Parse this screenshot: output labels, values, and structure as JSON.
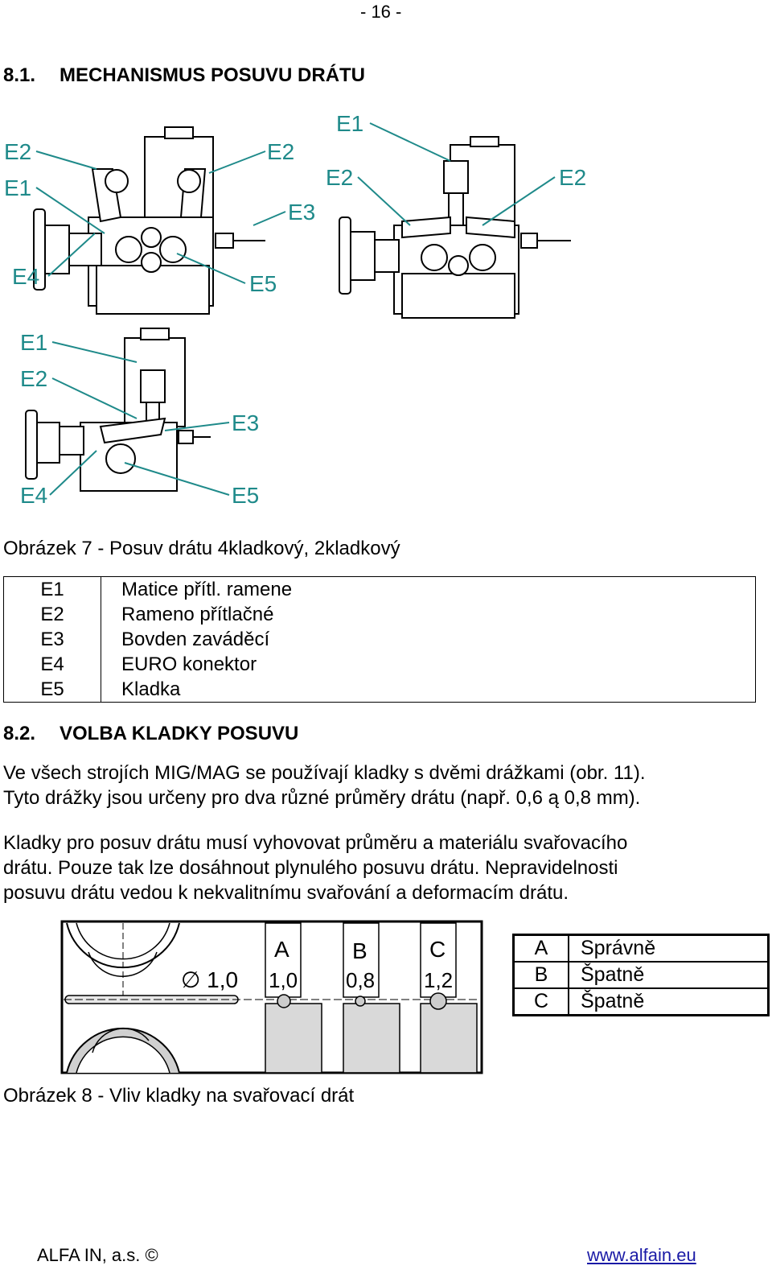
{
  "page_number": "- 16 -",
  "section1": {
    "number": "8.1.",
    "title": "MECHANISMUS POSUVU DRÁTU"
  },
  "figure7": {
    "callouts_left": [
      "E2",
      "E1",
      "E4",
      "E2",
      "E3",
      "E5"
    ],
    "callouts_right": [
      "E1",
      "E2",
      "E2"
    ],
    "callouts_bottom": [
      "E1",
      "E2",
      "E3",
      "E4",
      "E5"
    ],
    "caption": "Obrázek 7 - Posuv drátu 4kladkový, 2kladkový"
  },
  "legend": [
    {
      "code": "E1",
      "desc": "Matice přítl. ramene"
    },
    {
      "code": "E2",
      "desc": "Rameno přítlačné"
    },
    {
      "code": "E3",
      "desc": "Bovden zaváděcí"
    },
    {
      "code": "E4",
      "desc": "EURO konektor"
    },
    {
      "code": "E5",
      "desc": "Kladka"
    }
  ],
  "section2": {
    "number": "8.2.",
    "title": "VOLBA KLADKY POSUVU"
  },
  "paragraph1": [
    "Ve všech strojích MIG/MAG  se používají kladky s dvěmi drážkami (obr. 11).",
    "Tyto drážky jsou určeny pro dva různé průměry drátu (např. 0,6 ą  0,8 mm)."
  ],
  "paragraph2": [
    "Kladky pro posuv drátu musí vyhovovat průměru a materiálu svařovacího",
    "drátu. Pouze tak lze dosáhnout plynulého posuvu drátu. Nepravidelnosti",
    "posuvu drátu vedou k nekvalitnímu svařování a deformacím drátu."
  ],
  "figure8": {
    "wire_label": "∅ 1,0",
    "columns": [
      {
        "letter": "A",
        "size": "1,0"
      },
      {
        "letter": "B",
        "size": "0,8"
      },
      {
        "letter": "C",
        "size": "1,2"
      }
    ],
    "results": [
      {
        "code": "A",
        "desc": "Správně"
      },
      {
        "code": "B",
        "desc": "Špatně"
      },
      {
        "code": "C",
        "desc": "Špatně"
      }
    ],
    "caption": "Obrázek 8 - Vliv kladky na svařovací drát"
  },
  "footer": {
    "company": "ALFA IN, a.s. ©",
    "url": "www.alfain.eu"
  },
  "colors": {
    "callout_line": "#1f8a8a",
    "link": "#1a1aa6"
  }
}
